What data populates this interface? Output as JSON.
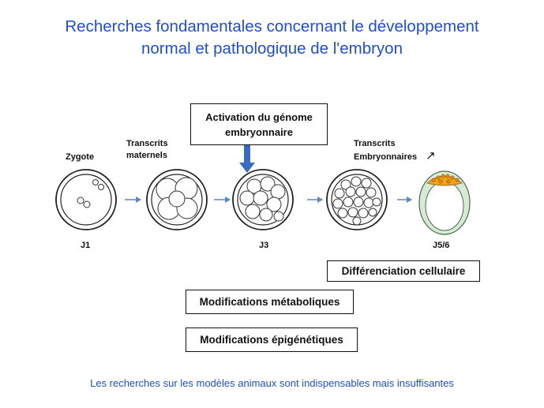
{
  "title_line1": "Recherches fondamentales concernant le développement",
  "title_line2": "normal et pathologique de l'embryon",
  "stages": {
    "zygote": "Zygote",
    "maternal_line1": "Transcrits",
    "maternal_line2": "maternels",
    "embryonic_line1": "Transcrits",
    "embryonic_line2": "Embryonnaires",
    "embryonic_trend": "↗"
  },
  "days": {
    "j1": "J1",
    "j3": "J3",
    "j56": "J5/6"
  },
  "boxes": {
    "activation_line1": "Activation du génome",
    "activation_line2": "embryonnaire",
    "differentiation": "Différenciation cellulaire",
    "metabolic": "Modifications métaboliques",
    "epigenetic": "Modifications épigénétiques"
  },
  "footer": "Les recherches sur les modèles animaux  sont indispensables  mais  insuffisantes",
  "colors": {
    "title": "#1f4fd1",
    "arrow": "#5b86c8",
    "down_arrow": "#3a6bc4",
    "blastocyst_wall": "#8fbe90",
    "inner_cell_mass": "#f0a31b"
  }
}
